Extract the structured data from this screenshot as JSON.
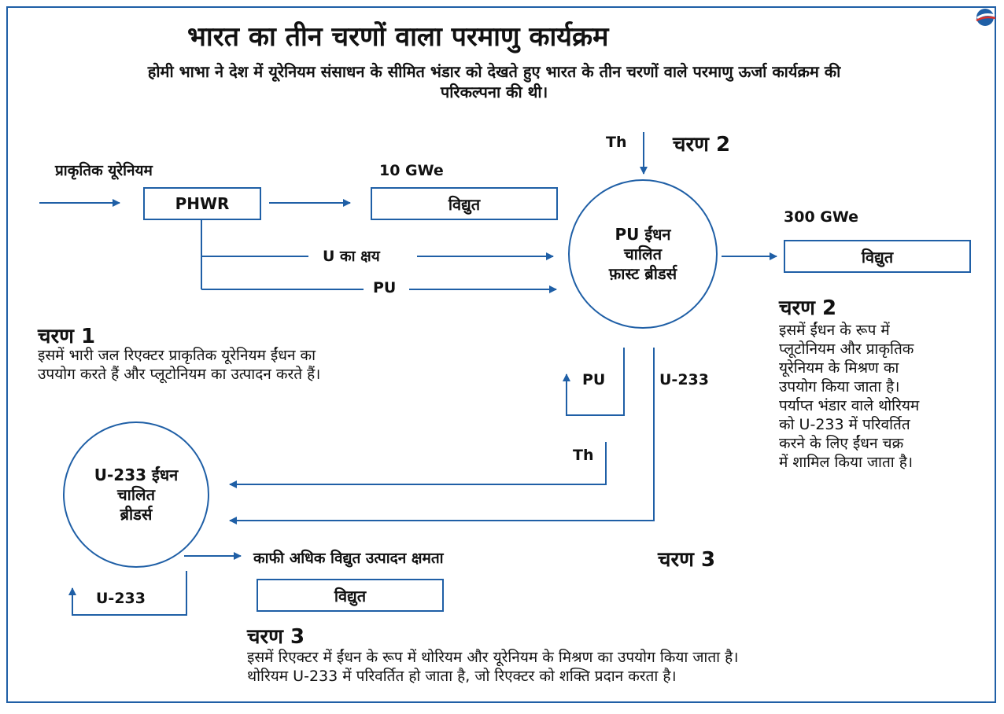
{
  "title": "भारत का तीन चरणों वाला परमाणु कार्यक्रम",
  "subtitle_line1": "होमी भाभा ने देश में यूरेनियम संसाधन के सीमित भंडार को देखते हुए भारत के तीन चरणों वाले परमाणु ऊर्जा कार्यक्रम की",
  "subtitle_line2": "परिकल्पना की थी।",
  "colors": {
    "accent": "#1f5fa6",
    "logo_red": "#d9322c"
  },
  "stage1": {
    "input_label": "प्राकृतिक यूरेनियम",
    "reactor": "PHWR",
    "output_capacity": "10 GWe",
    "output_box": "विद्युत",
    "flow_depleted": "U का क्षय",
    "flow_pu": "PU",
    "heading": "चरण 1",
    "desc_line1": "इसमें भारी जल रिएक्टर प्राकृतिक यूरेनियम ईंधन का",
    "desc_line2": "उपयोग करते हैं और प्लूटोनियम का उत्पादन करते हैं।"
  },
  "stage2": {
    "heading_top": "चरण 2",
    "th_input": "Th",
    "reactor_line1": "PU ईंधन",
    "reactor_line2": "चालित",
    "reactor_line3": "फ़ास्ट ब्रीडर्स",
    "output_capacity": "300 GWe",
    "output_box": "विद्युत",
    "recycle_pu": "PU",
    "u233_out": "U-233",
    "th_out": "Th",
    "heading": "चरण 2",
    "desc_lines": [
      "इसमें ईंधन के रूप में",
      "प्लूटोनियम और प्राकृतिक",
      "यूरेनियम के मिश्रण का",
      "उपयोग किया जाता है।",
      "पर्याप्त भंडार वाले थोरियम",
      "को U-233 में परिवर्तित",
      "करने के लिए ईंधन चक्र",
      "में शामिल किया जाता है।"
    ]
  },
  "stage3": {
    "reactor_line1": "U-233 ईंधन",
    "reactor_line2": "चालित",
    "reactor_line3": "ब्रीडर्स",
    "output_label": "काफी अधिक विद्युत उत्पादन क्षमता",
    "output_box": "विद्युत",
    "recycle_u233": "U-233",
    "heading_mid": "चरण 3",
    "heading": "चरण 3",
    "desc_line1": "इसमें रिएक्टर में ईंधन के रूप में थोरियम और यूरेनियम के मिश्रण का उपयोग किया जाता है।",
    "desc_line2": "थोरियम U-233 में परिवर्तित हो जाता है, जो रिएक्टर को शक्ति प्रदान करता है।"
  }
}
